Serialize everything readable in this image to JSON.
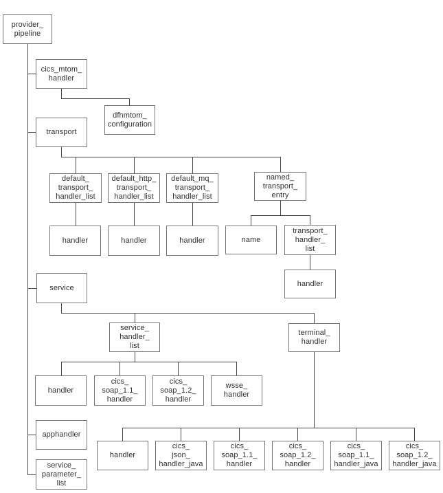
{
  "diagram": {
    "type": "tree",
    "root": "provider_pipeline",
    "colors": {
      "background": "#ffffff",
      "box_border": "#757575",
      "connector": "#464646",
      "text": "#303030"
    },
    "nodes": {
      "provider_pipeline": {
        "label": "provider_\npipeline"
      },
      "cics_mtom_handler": {
        "label": "cics_mtom_\nhandler"
      },
      "dfhmtom_configuration": {
        "label": "dfhmtom_\nconfiguration"
      },
      "transport": {
        "label": "transport"
      },
      "default_transport_handler_list": {
        "label": "default_\ntransport_\nhandler_list"
      },
      "default_http_transport_handler_list": {
        "label": "default_http_\ntransport_\nhandler_list"
      },
      "default_mq_transport_handler_list": {
        "label": "default_mq_\ntransport_\nhandler_list"
      },
      "named_transport_entry": {
        "label": "named_\ntransport_\nentry"
      },
      "handler_default_transport": {
        "label": "handler"
      },
      "handler_default_http": {
        "label": "handler"
      },
      "handler_default_mq": {
        "label": "handler"
      },
      "name": {
        "label": "name"
      },
      "transport_handler_list": {
        "label": "transport_\nhandler_\nlist"
      },
      "handler_transport_list": {
        "label": "handler"
      },
      "service": {
        "label": "service"
      },
      "service_handler_list": {
        "label": "service_\nhandler_\nlist"
      },
      "terminal_handler": {
        "label": "terminal_\nhandler"
      },
      "handler_service": {
        "label": "handler"
      },
      "cics_soap_11_handler_service": {
        "label": "cics_\nsoap_1.1_\nhandler"
      },
      "cics_soap_12_handler_service": {
        "label": "cics_\nsoap_1.2_\nhandler"
      },
      "wsse_handler": {
        "label": "wsse_\nhandler"
      },
      "apphandler": {
        "label": "apphandler"
      },
      "service_parameter_list": {
        "label": "service_\nparameter_\nlist"
      },
      "handler_terminal": {
        "label": "handler"
      },
      "cics_json_handler_java": {
        "label": "cics_\njson_\nhandler_java"
      },
      "cics_soap_11_handler_terminal": {
        "label": "cics_\nsoap_1.1_\nhandler"
      },
      "cics_soap_12_handler_terminal": {
        "label": "cics_\nsoap_1.2_\nhandler"
      },
      "cics_soap_11_handler_java": {
        "label": "cics_\nsoap_1.1_\nhandler_java"
      },
      "cics_soap_12_handler_java": {
        "label": "cics_\nsoap_1.2_\nhandler_java"
      }
    },
    "edges": [
      "provider_pipeline > cics_mtom_handler",
      "provider_pipeline > transport",
      "provider_pipeline > service",
      "provider_pipeline > apphandler",
      "provider_pipeline > service_parameter_list",
      "cics_mtom_handler > dfhmtom_configuration",
      "transport > default_transport_handler_list",
      "transport > default_http_transport_handler_list",
      "transport > default_mq_transport_handler_list",
      "transport > named_transport_entry",
      "default_transport_handler_list > handler",
      "default_http_transport_handler_list > handler",
      "default_mq_transport_handler_list > handler",
      "named_transport_entry > name",
      "named_transport_entry > transport_handler_list",
      "transport_handler_list > handler",
      "service > service_handler_list",
      "service > terminal_handler",
      "service_handler_list > handler",
      "service_handler_list > cics_soap_1.1_handler",
      "service_handler_list > cics_soap_1.2_handler",
      "service_handler_list > wsse_handler",
      "terminal_handler > handler",
      "terminal_handler > cics_json_handler_java",
      "terminal_handler > cics_soap_1.1_handler",
      "terminal_handler > cics_soap_1.2_handler",
      "terminal_handler > cics_soap_1.1_handler_java",
      "terminal_handler > cics_soap_1.2_handler_java"
    ]
  }
}
